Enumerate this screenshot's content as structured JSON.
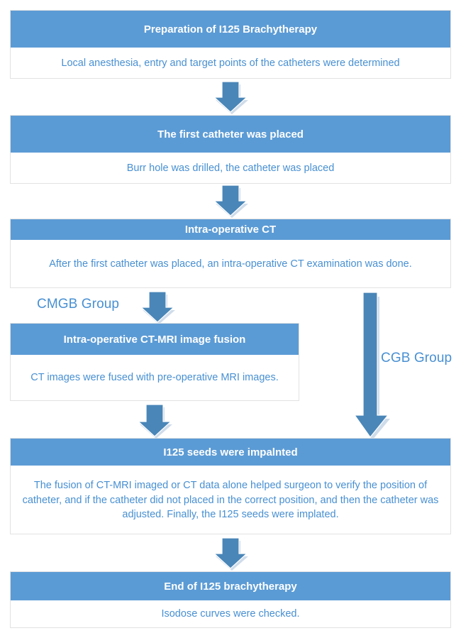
{
  "diagram": {
    "title": "I125 Brachytherapy Procedure Flowchart",
    "colors": {
      "header_fill": "#5B9BD5",
      "header_text": "#FFFFFF",
      "body_text": "#4890D2",
      "box_border": "#E2E2E2",
      "arrow_fill": "#4A86B8",
      "background": "#FFFFFF"
    }
  },
  "steps": [
    {
      "id": "preparation",
      "header": "Preparation of I125 Brachytherapy",
      "body": "Local anesthesia, entry and target points of the catheters were determined"
    },
    {
      "id": "first-catheter",
      "header": "The first catheter was placed",
      "body": "Burr hole was drilled, the catheter was placed"
    },
    {
      "id": "intra-operative-ct",
      "header": "Intra-operative CT",
      "body": "After the first catheter was placed, an intra-operative CT examination was done."
    },
    {
      "id": "ct-mri-fusion",
      "header": "Intra-operative CT-MRI image fusion",
      "body": "CT images were fused with pre-operative MRI images."
    },
    {
      "id": "seeds-implanted",
      "header": "I125 seeds were impalnted",
      "body": "The fusion of CT-MRI imaged or CT data alone  helped surgeon to verify the position of catheter, and if the catheter did not placed in the correct position, and then the catheter was adjusted. Finally, the I125 seeds were implated."
    },
    {
      "id": "end",
      "header": "End of I125 brachytherapy",
      "body": "Isodose curves were checked."
    }
  ],
  "branches": [
    {
      "id": "cmgb",
      "label": "CMGB Group"
    },
    {
      "id": "cgb",
      "label": "CGB Group"
    }
  ],
  "connectors": [
    {
      "id": "prep-to-catheter",
      "from": "preparation",
      "to": "first-catheter",
      "kind": "short-down-arrow"
    },
    {
      "id": "catheter-to-ct",
      "from": "first-catheter",
      "to": "intra-operative-ct",
      "kind": "short-down-arrow"
    },
    {
      "id": "ct-to-fusion",
      "from": "intra-operative-ct",
      "to": "ct-mri-fusion",
      "kind": "short-down-arrow"
    },
    {
      "id": "ct-to-seeds-cgb",
      "from": "intra-operative-ct",
      "to": "seeds-implanted",
      "kind": "long-down-arrow"
    },
    {
      "id": "fusion-to-seeds",
      "from": "ct-mri-fusion",
      "to": "seeds-implanted",
      "kind": "short-down-arrow"
    },
    {
      "id": "seeds-to-end",
      "from": "seeds-implanted",
      "to": "end",
      "kind": "short-down-arrow"
    }
  ]
}
